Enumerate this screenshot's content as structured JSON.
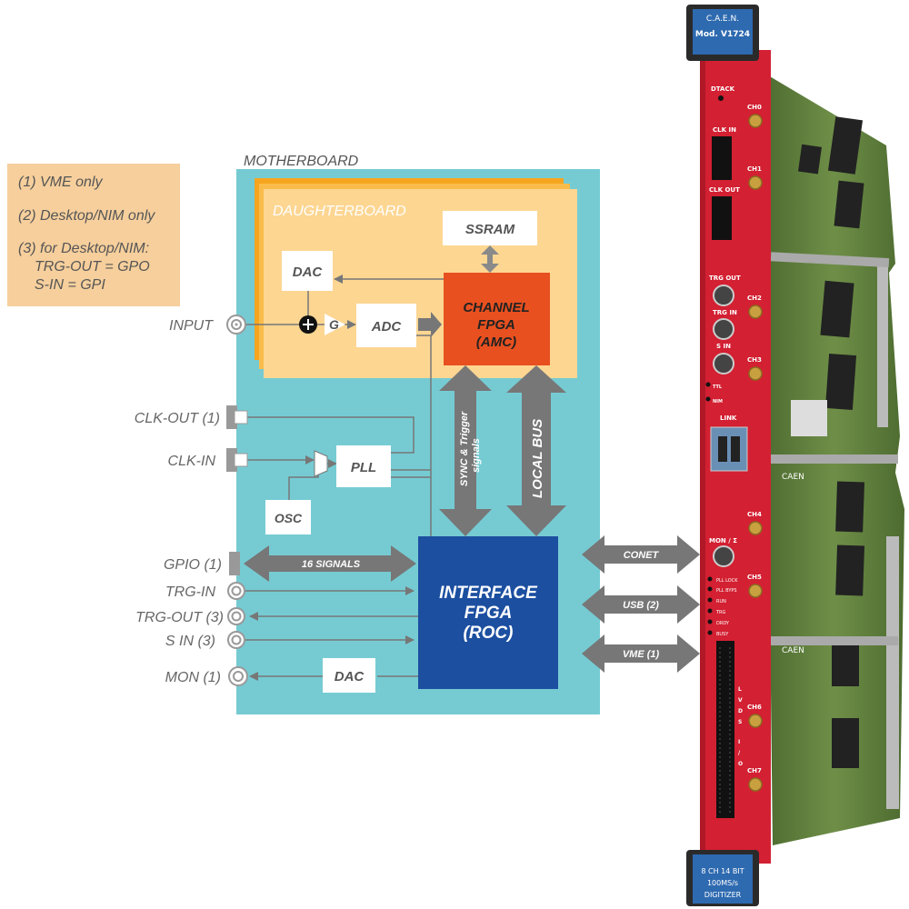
{
  "notes": {
    "line1": "(1) VME only",
    "line2": "(2) Desktop/NIM only",
    "line3a": "(3) for Desktop/NIM:",
    "line3b": "TRG-OUT = GPO",
    "line3c": "S-IN = GPI"
  },
  "motherboard": {
    "title": "MOTHERBOARD"
  },
  "daughterboard": {
    "title": "DAUGHTERBOARD"
  },
  "blocks": {
    "ssram": "SSRAM",
    "dac_top": "DAC",
    "adc": "ADC",
    "gain": "G",
    "channel_fpga_1": "CHANNEL",
    "channel_fpga_2": "FPGA",
    "channel_fpga_3": "(AMC)",
    "pll": "PLL",
    "osc": "OSC",
    "interface_fpga_1": "INTERFACE",
    "interface_fpga_2": "FPGA",
    "interface_fpga_3": "(ROC)",
    "dac_bottom": "DAC",
    "sync_1": "SYNC & Trigger",
    "sync_2": "signals",
    "local_bus": "LOCAL BUS",
    "sixteen": "16 SIGNALS"
  },
  "io_labels": {
    "input": "INPUT",
    "clk_out": "CLK-OUT (1)",
    "clk_in": "CLK-IN",
    "gpio": "GPIO (1)",
    "trg_in": "TRG-IN",
    "trg_out": "TRG-OUT (3)",
    "s_in": "S IN (3)",
    "mon": "MON (1)"
  },
  "bus_labels": {
    "conet": "CONET",
    "usb": "USB (2)",
    "vme": "VME (1)"
  },
  "module": {
    "brand": "C.A.E.N.",
    "model": "Mod. V1724",
    "dtack": "DTACK",
    "clk_in": "CLK IN",
    "clk_out": "CLK OUT",
    "trg_out": "TRG OUT",
    "trg_in": "TRG IN",
    "s_in": "S IN",
    "ttl": "TTL",
    "nim": "NIM",
    "link": "LINK",
    "mon": "MON / Σ",
    "leds": [
      "PLL LOCK",
      "PLL BYPS",
      "RUN",
      "TRG",
      "DRDY",
      "BUSY"
    ],
    "ch": [
      "CH0",
      "CH1",
      "CH2",
      "CH3",
      "CH4",
      "CH5",
      "CH6",
      "CH7"
    ],
    "lvds": [
      "L",
      "V",
      "D",
      "S"
    ],
    "io": [
      "I",
      "/",
      "O"
    ],
    "bottom_1": "8 CH  14 BIT",
    "bottom_2": "100MS/s",
    "bottom_3": "DIGITIZER",
    "caen_board": "CAEN"
  },
  "colors": {
    "motherboard": "#76cbd3",
    "daughterboard": "#fdd692",
    "channel_fpga": "#e8501f",
    "interface_fpga": "#1c4fa0",
    "notes_bg": "#f6cf9c",
    "arrow": "#737373",
    "panel_red": "#d32032",
    "pcb_green": "#5f7f3c"
  }
}
